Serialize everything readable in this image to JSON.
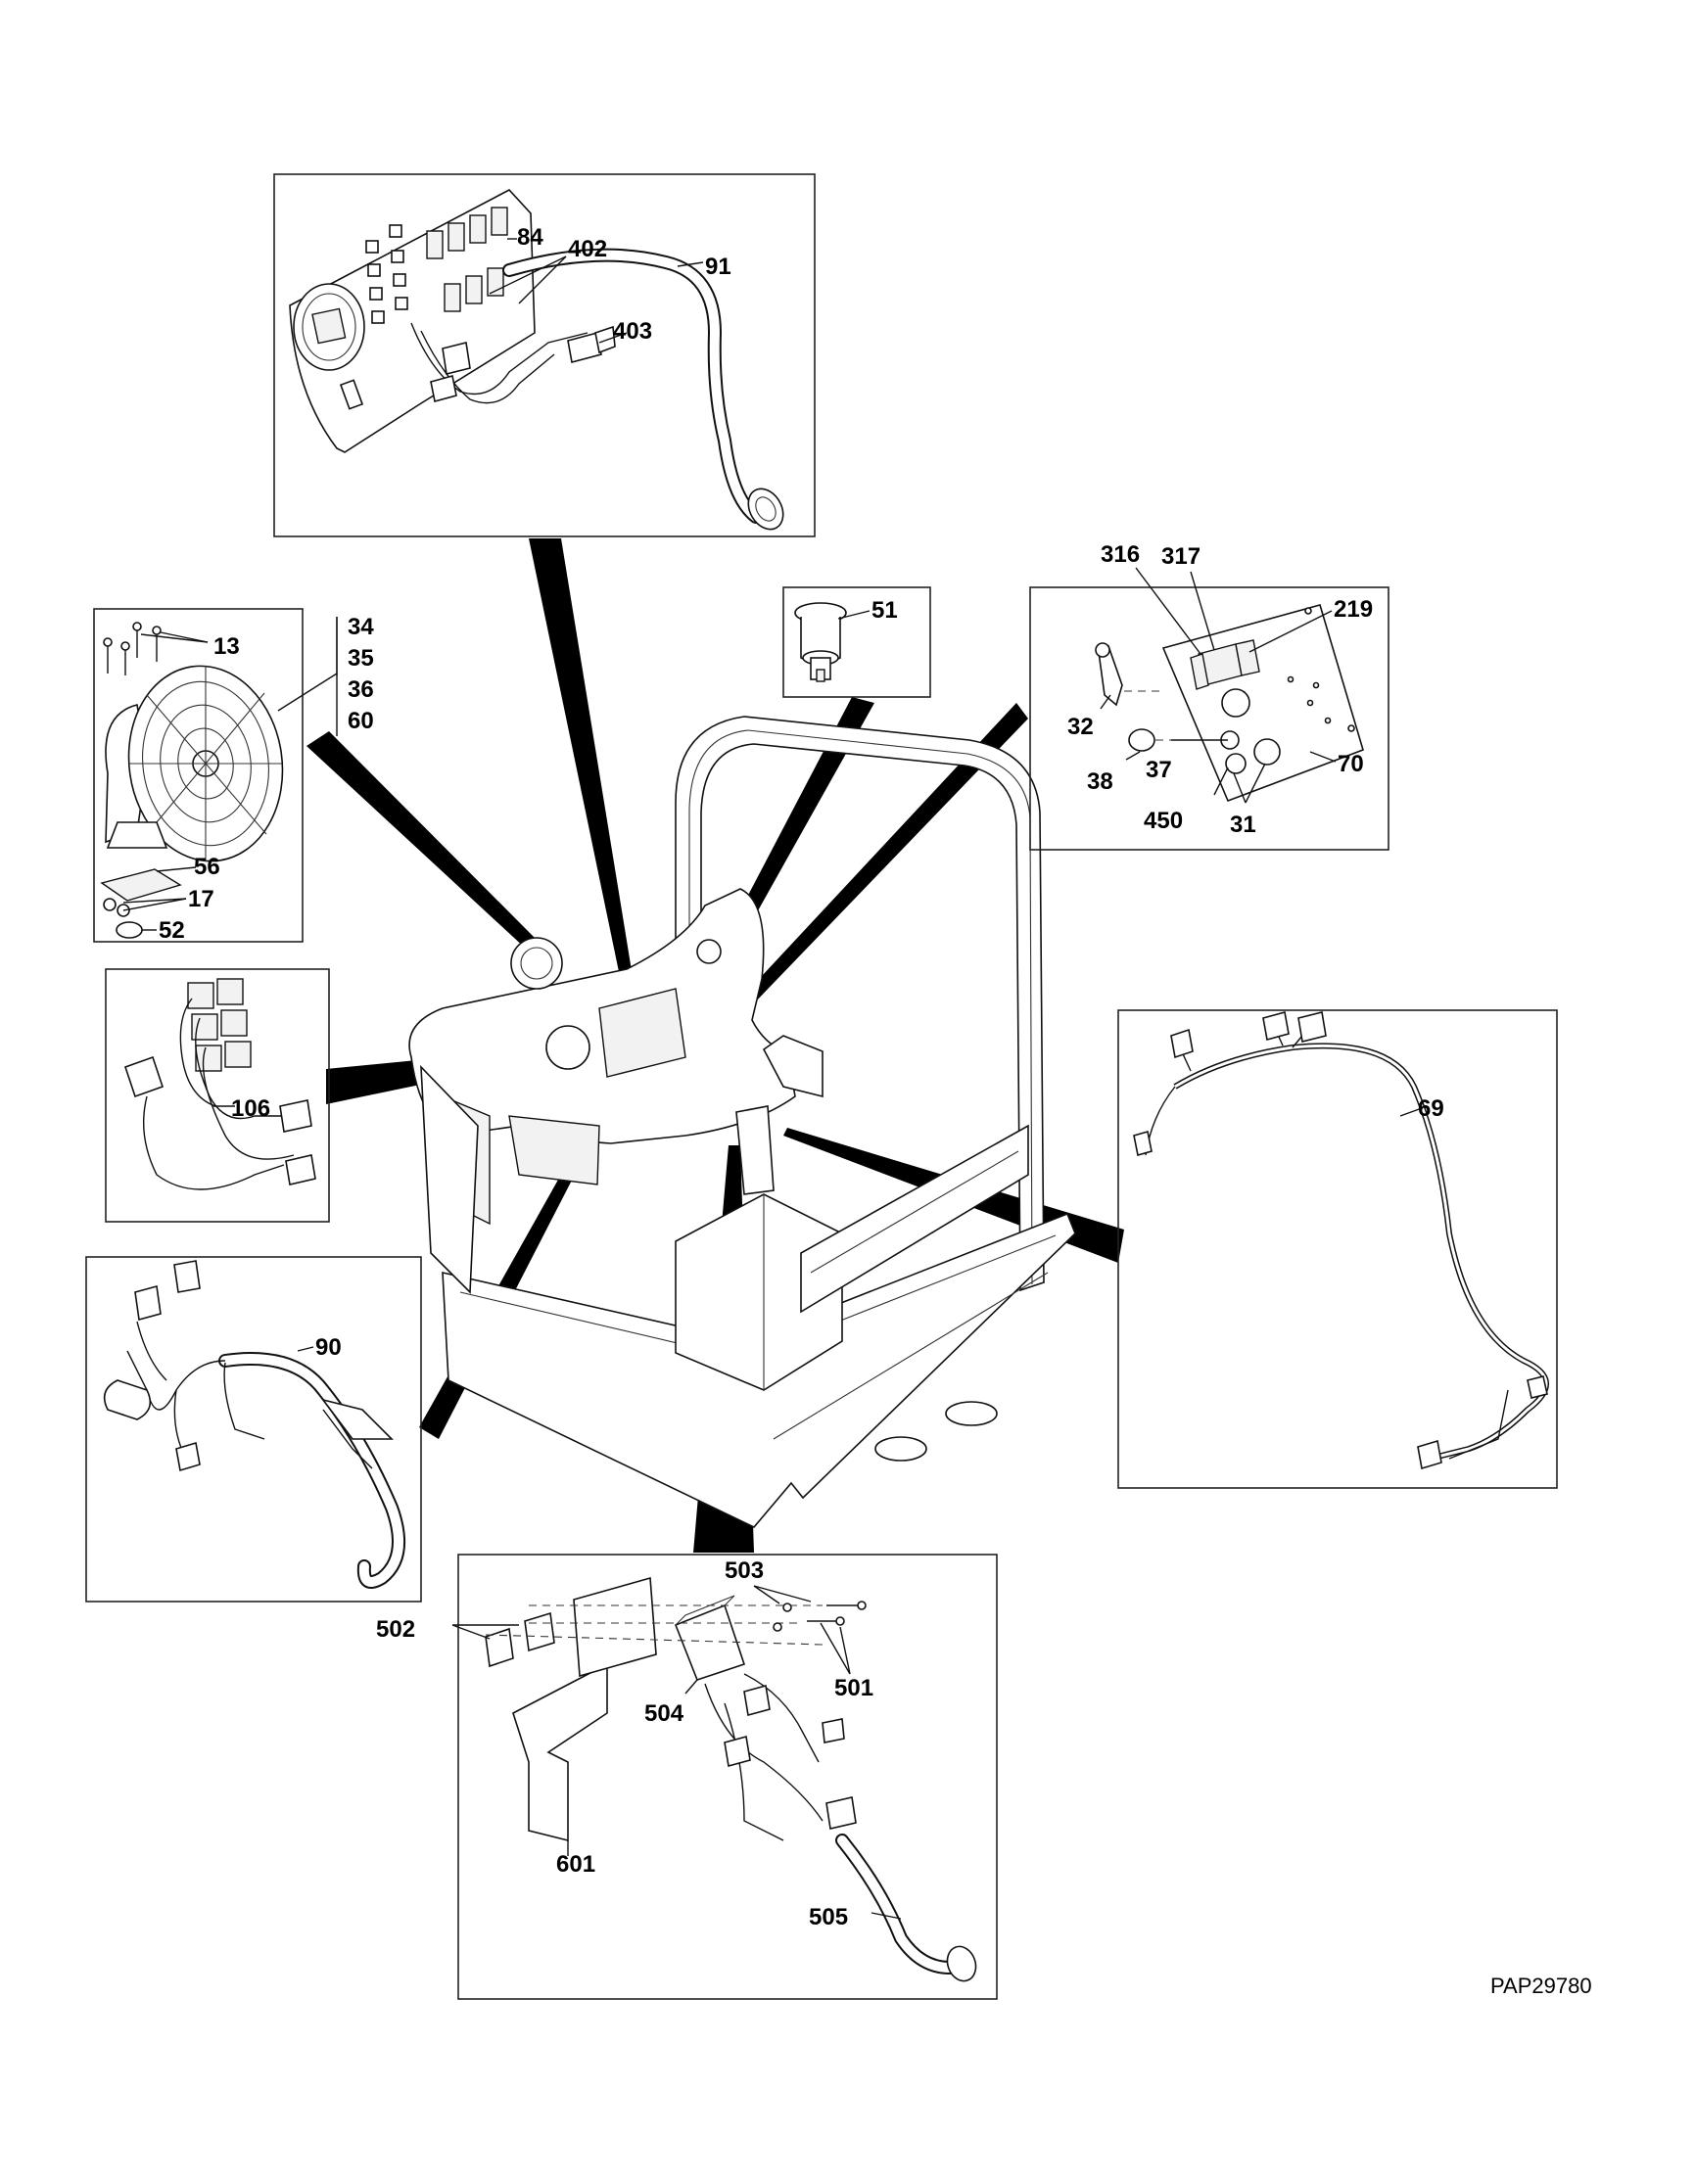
{
  "figure_code": "PAP29780",
  "callouts": {
    "c13": "13",
    "c34": "34",
    "c35": "35",
    "c36": "36",
    "c60": "60",
    "c56": "56",
    "c17": "17",
    "c52": "52",
    "c84": "84",
    "c402": "402",
    "c91": "91",
    "c403": "403",
    "c51": "51",
    "c316": "316",
    "c317": "317",
    "c219": "219",
    "c32": "32",
    "c38": "38",
    "c37": "37",
    "c450": "450",
    "c31": "31",
    "c70": "70",
    "c106": "106",
    "c69": "69",
    "c90": "90",
    "c503": "503",
    "c502": "502",
    "c504": "504",
    "c501": "501",
    "c601": "601",
    "c505": "505"
  }
}
